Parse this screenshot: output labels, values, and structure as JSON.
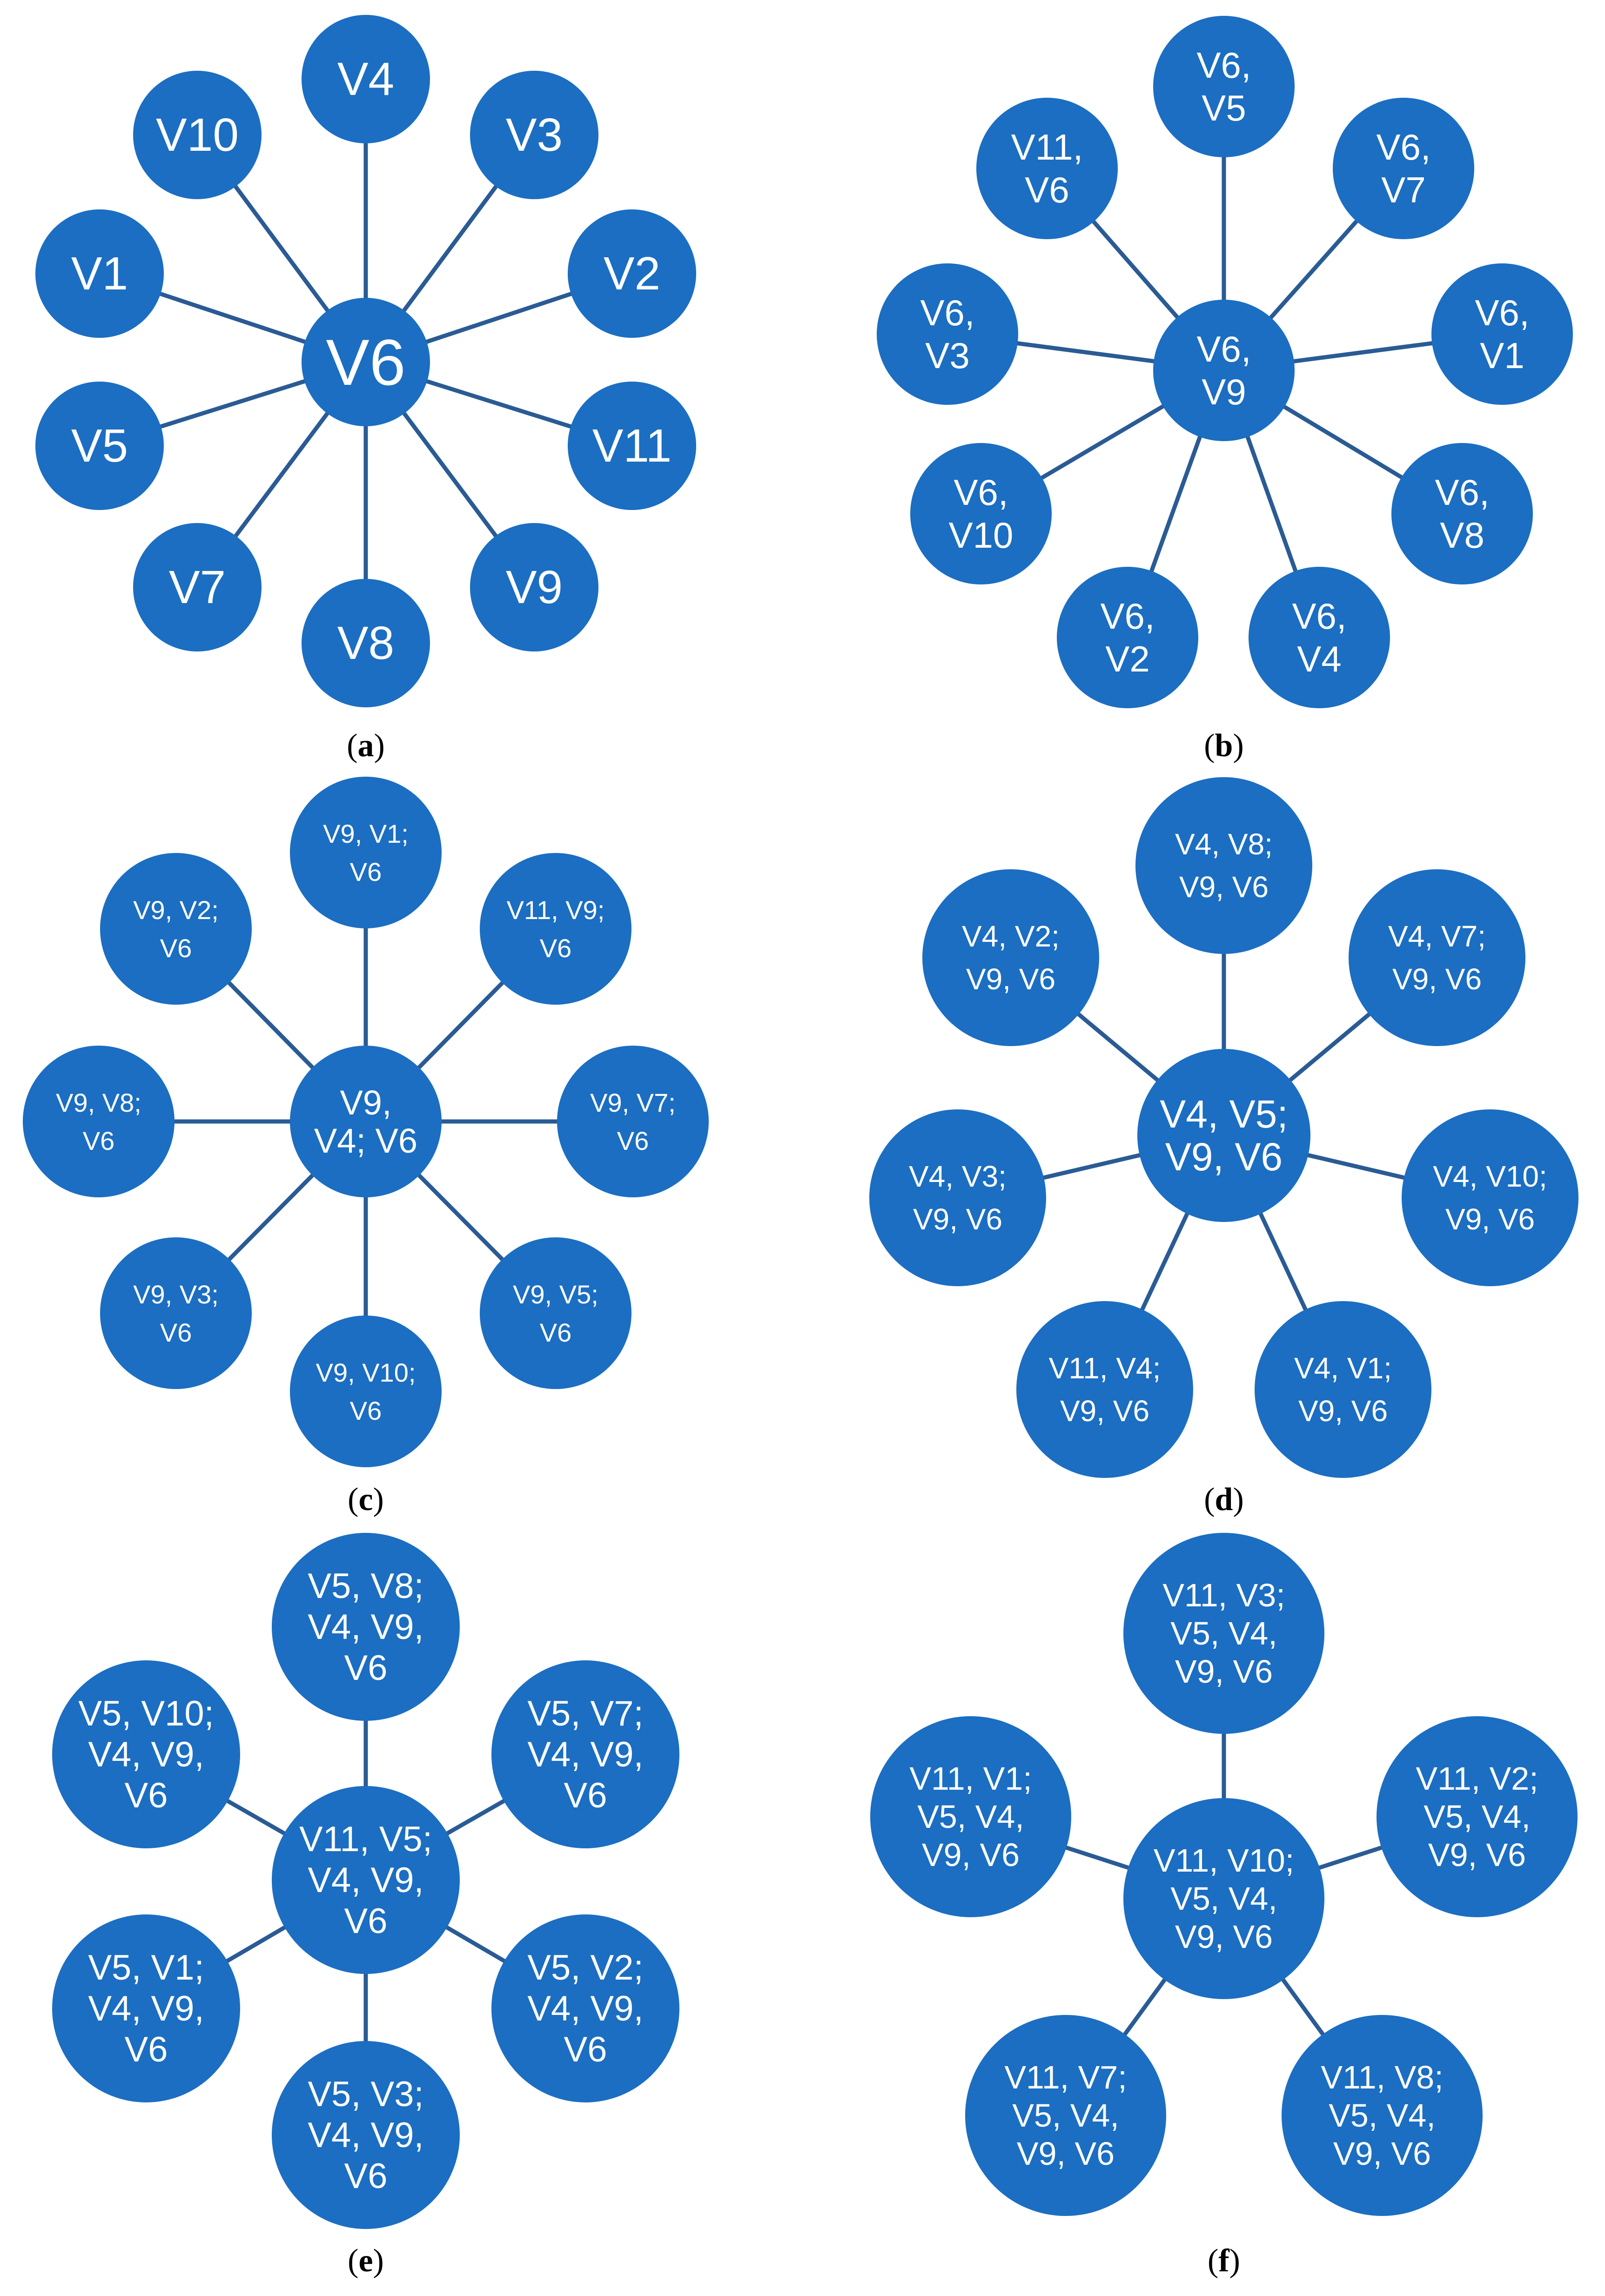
{
  "panels": [
    {
      "caption": "(a)",
      "center": "V6",
      "nodes": [
        "V4",
        "V3",
        "V2",
        "V11",
        "V9",
        "V8",
        "V7",
        "V5",
        "V1",
        "V10"
      ]
    },
    {
      "caption": "(b)",
      "center": "V6, V9",
      "nodes": [
        "V6, V5",
        "V6, V7",
        "V6, V1",
        "V6, V8",
        "V6, V4",
        "V6, V2",
        "V6, V10",
        "V6, V3",
        "V11, V6"
      ]
    },
    {
      "caption": "(c)",
      "center": "V9, V4; V6",
      "nodes": [
        "V9, V1; V6",
        "V11, V9; V6",
        "V9, V7; V6",
        "V9, V5; V6",
        "V9, V10; V6",
        "V9, V3; V6",
        "V9, V8; V6",
        "V9, V2; V6"
      ]
    },
    {
      "caption": "(d)",
      "center": "V4, V5; V9, V6",
      "nodes": [
        "V4, V8; V9, V6",
        "V4, V7; V9, V6",
        "V4, V10; V9, V6",
        "V4, V1; V9, V6",
        "V11, V4; V9, V6",
        "V4, V3; V9, V6",
        "V4, V2; V9, V6"
      ]
    },
    {
      "caption": "(e)",
      "center": "V11, V5; V4, V9, V6",
      "nodes": [
        "V5, V8; V4, V9, V6",
        "V5, V7; V4, V9, V6",
        "V5, V2; V4, V9, V6",
        "V5, V3; V4, V9, V6",
        "V5, V1; V4, V9, V6",
        "V5, V10; V4, V9, V6"
      ]
    },
    {
      "caption": "(f)",
      "center": "V11, V10; V5, V4, V9, V6",
      "nodes": [
        "V11, V3; V5, V4, V9, V6",
        "V11, V2; V5, V4, V9, V6",
        "V11, V8; V5, V4, V9, V6",
        "V11, V7; V5, V4, V9, V6",
        "V11, V1; V5, V4, V9, V6"
      ]
    }
  ],
  "colors": {
    "node": "#1b6ec2",
    "edge": "#2a5b94",
    "text": "#ffffff"
  }
}
